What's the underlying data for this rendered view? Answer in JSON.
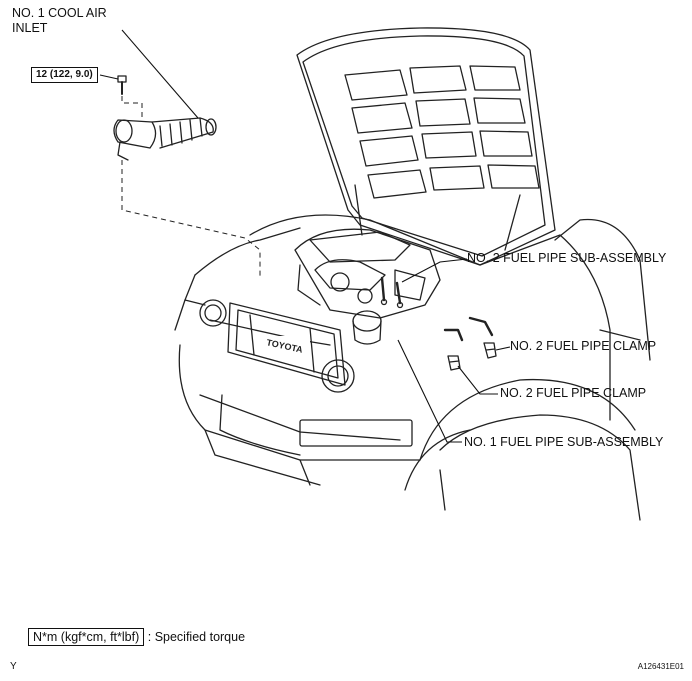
{
  "labels": {
    "cool_air_inlet": "NO. 1 COOL AIR\nINLET",
    "torque_spec": "12 (122, 9.0)",
    "fuel_pipe_2": "NO. 2 FUEL PIPE SUB-ASSEMBLY",
    "clamp_upper": "NO. 2 FUEL PIPE CLAMP",
    "clamp_lower": "NO. 2 FUEL PIPE CLAMP",
    "fuel_pipe_1": "NO. 1 FUEL PIPE SUB-ASSEMBLY"
  },
  "legend": {
    "unit_box": "N*m (kgf*cm, ft*lbf)",
    "text": ": Specified torque"
  },
  "footer": {
    "left_mark": "Y",
    "figure_id": "A126431E01"
  },
  "badge": {
    "grille_logo": "TOYOTA"
  }
}
